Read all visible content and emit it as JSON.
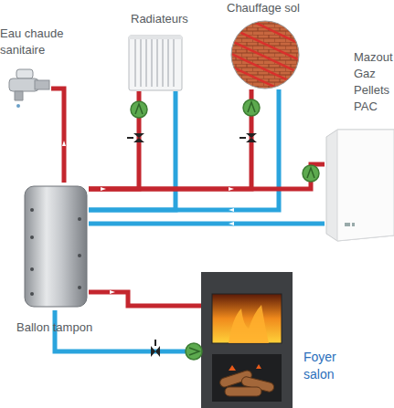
{
  "diagram": {
    "nodes": [
      {
        "text": [
          "Eau chaude sanitaire"
        ]
      },
      {
        "text": [
          "Radiateurs"
        ]
      },
      {
        "text": [
          "Chauffage sol"
        ]
      },
      {
        "text": [
          "Mazout Gaz Pellets PAC"
        ]
      },
      {
        "text": [
          "Ballon tampon"
        ]
      },
      {
        "text": [
          "Foyer salon"
        ]
      }
    ],
    "edges": [
      {
        "from": 4,
        "to": 0,
        "arrow": "none"
      },
      {
        "from": 4,
        "to": 1,
        "arrow": "none"
      },
      {
        "from": 4,
        "to": 1,
        "arrow": "none"
      },
      {
        "from": 4,
        "to": 2,
        "arrow": "none"
      },
      {
        "from": 4,
        "to": 2,
        "arrow": "none"
      },
      {
        "from": 4,
        "to": 3,
        "arrow": "none"
      },
      {
        "from": 4,
        "to": 3,
        "arrow": "none"
      },
      {
        "from": 4,
        "to": 5,
        "arrow": "none"
      },
      {
        "from": 4,
        "to": 5,
        "arrow": "none"
      }
    ]
  }
}
